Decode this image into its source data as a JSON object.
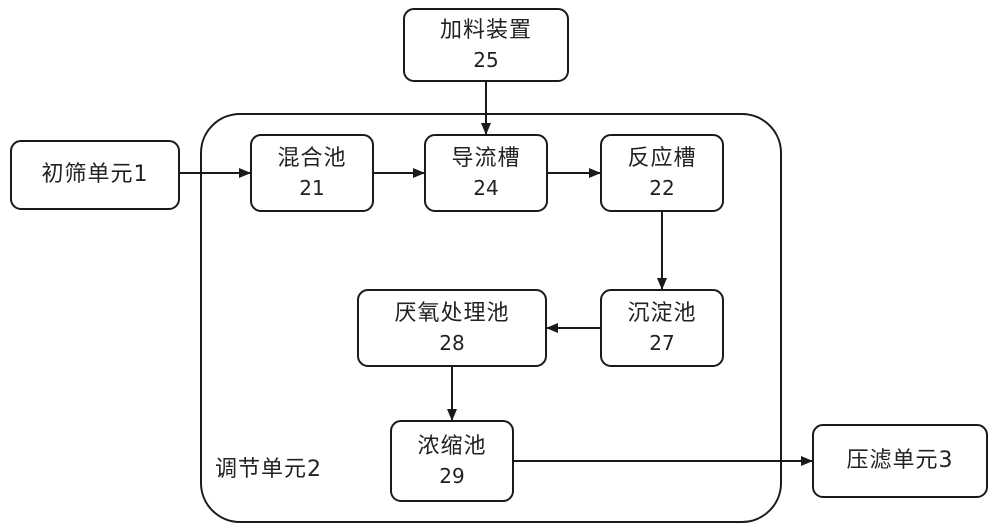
{
  "group": {
    "label": "调节单元2"
  },
  "nodes": {
    "feeder": {
      "name": "加料装置",
      "num": "25"
    },
    "screen": {
      "name": "初筛单元1"
    },
    "mix": {
      "name": "混合池",
      "num": "21"
    },
    "channel": {
      "name": "导流槽",
      "num": "24"
    },
    "reactor": {
      "name": "反应槽",
      "num": "22"
    },
    "settle": {
      "name": "沉淀池",
      "num": "27"
    },
    "anaerobic": {
      "name": "厌氧处理池",
      "num": "28"
    },
    "thicken": {
      "name": "浓缩池",
      "num": "29"
    },
    "press": {
      "name": "压滤单元3"
    }
  },
  "edges": [
    {
      "from": "feeder",
      "to": "channel"
    },
    {
      "from": "screen",
      "to": "mix"
    },
    {
      "from": "mix",
      "to": "channel"
    },
    {
      "from": "channel",
      "to": "reactor"
    },
    {
      "from": "reactor",
      "to": "settle"
    },
    {
      "from": "settle",
      "to": "anaerobic"
    },
    {
      "from": "anaerobic",
      "to": "thicken"
    },
    {
      "from": "thicken",
      "to": "press"
    }
  ]
}
